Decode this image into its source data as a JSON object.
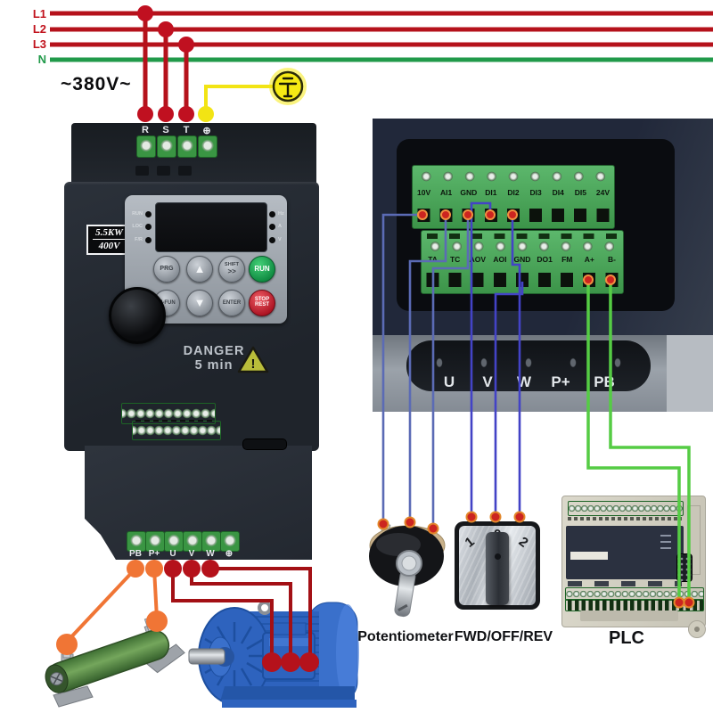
{
  "power": {
    "l1": "L1",
    "l2": "L2",
    "l3": "L3",
    "n": "N",
    "voltage": "~380V~"
  },
  "vfd": {
    "top_terminals": [
      "R",
      "S",
      "T",
      "⊕"
    ],
    "badge": {
      "line1": "5.5KW",
      "line2": "400V"
    },
    "indicators_left": [
      "RUN",
      "LOC",
      "F/R"
    ],
    "indicators_right": [
      "Hz",
      "A",
      "V"
    ],
    "buttons": {
      "prg": "PRG",
      "up": "▲",
      "shift_top": "SHIFT",
      "shift_bottom": ">>",
      "run": "RUN",
      "mfun": "M-FUN",
      "down": "▼",
      "enter": "ENTER",
      "stop_top": "STOP",
      "stop_bottom": "REST"
    },
    "danger_line1": "DANGER",
    "danger_line2": "5 min",
    "warning_mark": "!",
    "bottom_terminals": [
      "PB",
      "P+",
      "U",
      "V",
      "W",
      "⊕"
    ]
  },
  "closeup": {
    "control_row1": [
      "10V",
      "AI1",
      "GND",
      "DI1",
      "DI2",
      "DI3",
      "DI4",
      "DI5",
      "24V"
    ],
    "control_row2": [
      "TA",
      "TC",
      "AOV",
      "AOI",
      "GND",
      "DO1",
      "FM",
      "A+",
      "B-"
    ],
    "power_row": [
      "U",
      "V",
      "W",
      "P+",
      "PB"
    ]
  },
  "switch": {
    "positions": [
      "1",
      "0",
      "2"
    ],
    "label": "FWD/OFF/REV"
  },
  "labels": {
    "potentiometer": "Potentiometer",
    "plc": "PLC"
  },
  "colors": {
    "phase": "#b5121b",
    "neutral": "#219a4a",
    "ground": "#f2e414",
    "wire_orange": "#f07535",
    "wire_red": "#a31015",
    "wire_blue_pot": "#5b6bb5",
    "wire_blue_switch": "#4343c6",
    "wire_green": "#55cc44"
  }
}
